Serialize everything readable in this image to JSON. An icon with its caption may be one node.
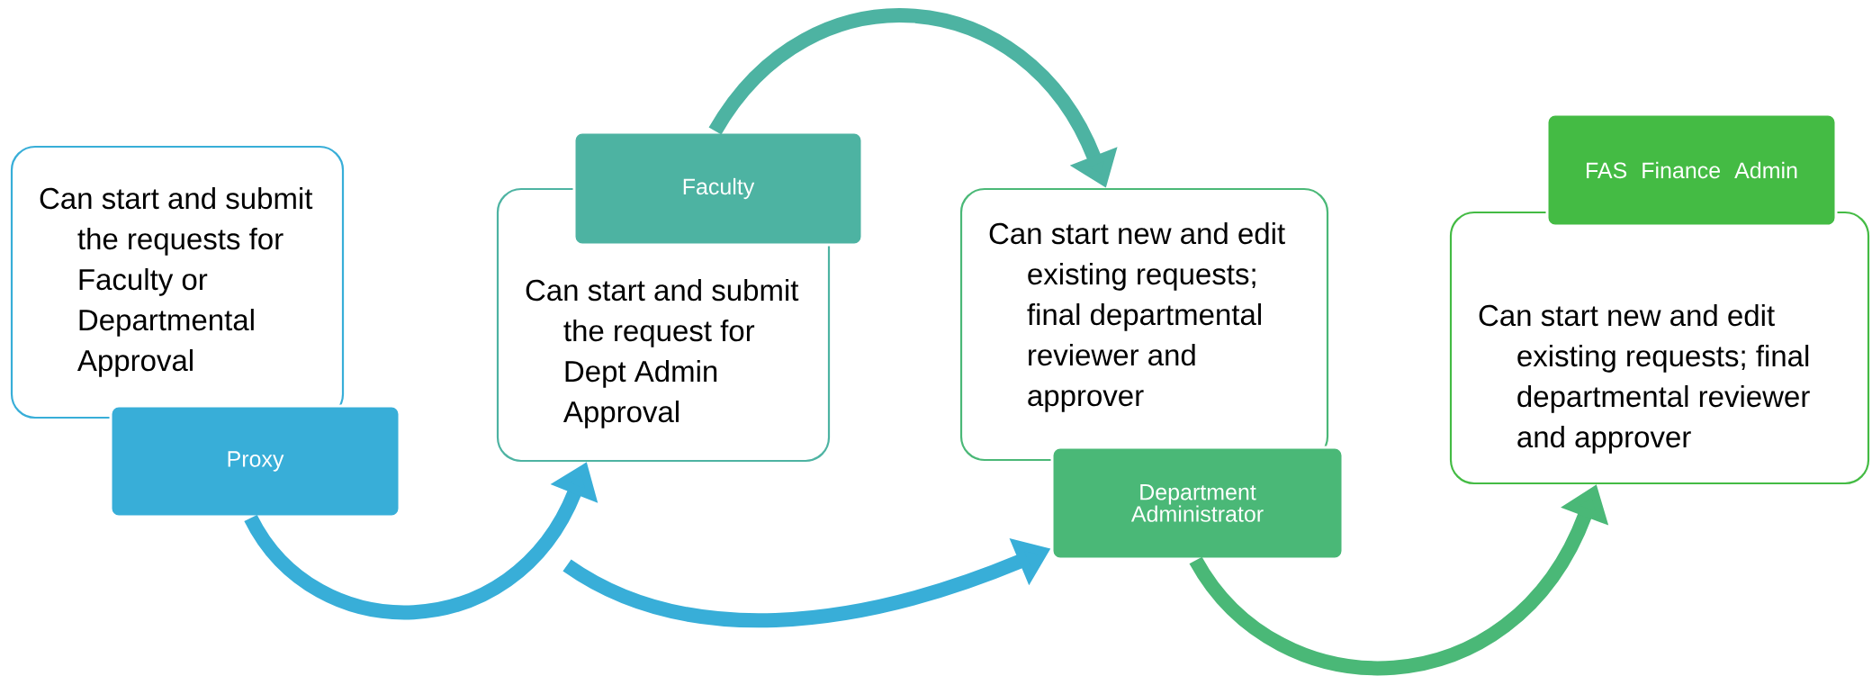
{
  "diagram": {
    "nodes": [
      {
        "text": [
          "Can start and submit the requests for Faculty or Departmental Approval"
        ]
      },
      {
        "text": [
          "Proxy"
        ]
      },
      {
        "text": [
          "Can start and submit the request for Dept Admin Approval"
        ]
      },
      {
        "text": [
          "Faculty"
        ]
      },
      {
        "text": [
          "Can start new and edit existing requests; final departmental reviewer and approver"
        ]
      },
      {
        "text": [
          "Department Administrator"
        ]
      },
      {
        "text": [
          "Can start new and edit existing requests; final departmental reviewer and approver"
        ]
      },
      {
        "text": [
          "FAS Finance Admin"
        ]
      }
    ],
    "edges": [
      {
        "from": 1,
        "to": 2,
        "arrow": "to",
        "color": "#38aed8"
      },
      {
        "from": null,
        "to": 5,
        "arrow": "to",
        "color": "#38aed8"
      },
      {
        "from": 3,
        "to": 4,
        "arrow": "to",
        "color": "#4db3a2"
      },
      {
        "from": 5,
        "to": 6,
        "arrow": "to",
        "color": "#4ab877"
      }
    ]
  }
}
